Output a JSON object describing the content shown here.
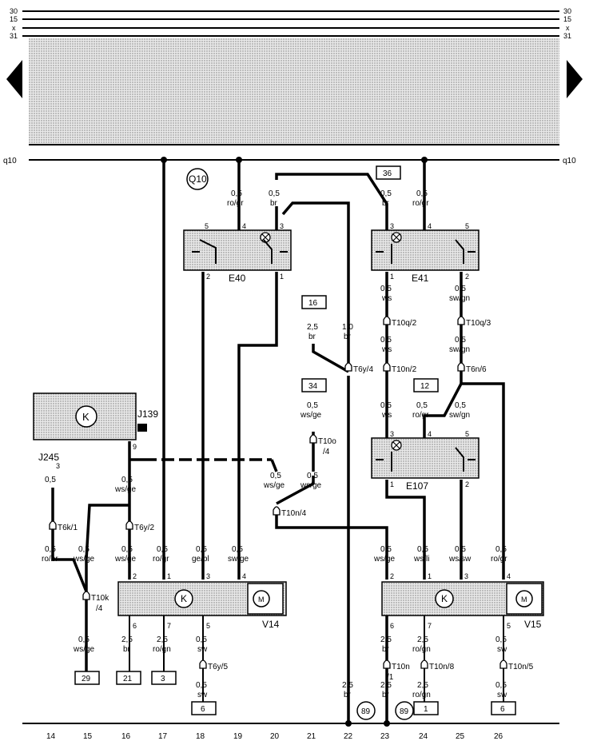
{
  "rails": {
    "top": [
      {
        "left": "30",
        "right": "30"
      },
      {
        "left": "15",
        "right": "15"
      },
      {
        "left": "x",
        "right": "x"
      },
      {
        "left": "31",
        "right": "31"
      }
    ],
    "q10_left": "q10",
    "q10_right": "q10"
  },
  "circle_refs": {
    "q10": "Q10",
    "c89a": "89",
    "c89b": "89"
  },
  "components": {
    "E40": "E40",
    "E41": "E41",
    "E107": "E107",
    "J139": "J139",
    "J245": "J245",
    "J245_pin": "3",
    "V14": "V14",
    "V15": "V15",
    "K": "K",
    "M": "M"
  },
  "pins": {
    "e40": [
      "5",
      "4",
      "3",
      "2",
      "1"
    ],
    "e41": [
      "3",
      "4",
      "5",
      "1",
      "2"
    ],
    "e107": [
      "3",
      "4",
      "5",
      "1",
      "2"
    ],
    "j139": "9",
    "v14_top": [
      "2",
      "1",
      "3",
      "4"
    ],
    "v14_bot": [
      "6",
      "7",
      "5"
    ],
    "v15_top": [
      "2",
      "1",
      "3",
      "4"
    ],
    "v15_bot": [
      "6",
      "7",
      "5"
    ]
  },
  "wires": {
    "e40_in_l": {
      "gauge": "0,5",
      "color": "ro/gr"
    },
    "e40_in_r": {
      "gauge": "0,5",
      "color": "br"
    },
    "e41_in_l": {
      "gauge": "0,5",
      "color": "br"
    },
    "e41_in_r": {
      "gauge": "0,5",
      "color": "ro/gr"
    },
    "e41_out_l": {
      "gauge": "0,5",
      "color": "ws"
    },
    "e41_out_r": {
      "gauge": "0,5",
      "color": "sw/gn"
    },
    "t10q2_b": {
      "gauge": "0,5",
      "color": "ws"
    },
    "t10q3_b": {
      "gauge": "0,5",
      "color": "sw/gn"
    },
    "r16": {
      "gauge": "2,5",
      "color": "br"
    },
    "m22": {
      "gauge": "1,0",
      "color": "br"
    },
    "r34": {
      "gauge": "0,5",
      "color": "ws/ge"
    },
    "e107_in_l": {
      "gauge": "0,5",
      "color": "ws"
    },
    "e107_in_m": {
      "gauge": "0,5",
      "color": "ro/gr"
    },
    "e107_in_r": {
      "gauge": "0,5",
      "color": "sw/gn"
    },
    "t10o_b": {
      "gauge": "0,5",
      "color": "ws/ge"
    },
    "j139_l": {
      "gauge": "0,5",
      "color": "ws/ge"
    },
    "j245": {
      "gauge": "0,5",
      "color": ""
    },
    "m20": {
      "gauge": "0,5",
      "color": "ws/ge"
    },
    "c14": {
      "gauge": "0,5",
      "color": "ro/br"
    },
    "c15": {
      "gauge": "0,5",
      "color": "ws/ge"
    },
    "c16": {
      "gauge": "0,5",
      "color": "ws/ge"
    },
    "c17": {
      "gauge": "0,5",
      "color": "ro/gr"
    },
    "c18": {
      "gauge": "0,5",
      "color": "ge/bl"
    },
    "c19": {
      "gauge": "0,5",
      "color": "sw/ge"
    },
    "c23": {
      "gauge": "0,5",
      "color": "ws/ge"
    },
    "c24": {
      "gauge": "0,5",
      "color": "ws/li"
    },
    "c25": {
      "gauge": "0,5",
      "color": "ws/sw"
    },
    "c26": {
      "gauge": "0,5",
      "color": "ro/gr"
    },
    "b15": {
      "gauge": "0,5",
      "color": "ws/ge"
    },
    "b16": {
      "gauge": "2,5",
      "color": "br"
    },
    "b17": {
      "gauge": "2,5",
      "color": "ro/gn"
    },
    "b18a": {
      "gauge": "0,5",
      "color": "sw"
    },
    "b18b": {
      "gauge": "0,5",
      "color": "sw"
    },
    "b22": {
      "gauge": "2,5",
      "color": "br"
    },
    "b23a": {
      "gauge": "2,5",
      "color": "br"
    },
    "b23b": {
      "gauge": "2,5",
      "color": "br"
    },
    "b24a": {
      "gauge": "2,5",
      "color": "ro/gn"
    },
    "b24b": {
      "gauge": "2,5",
      "color": "ro/gn"
    },
    "b26a": {
      "gauge": "0,5",
      "color": "sw"
    },
    "b26b": {
      "gauge": "0,5",
      "color": "sw"
    }
  },
  "connectors": {
    "t10q2": "T10q/2",
    "t10q3": "T10q/3",
    "t6y4": "T6y/4",
    "t10n2": "T10n/2",
    "t6n6": "T6n/6",
    "t10o": "T10o",
    "t10o_sub": "/4",
    "t10n4": "T10n/4",
    "t6k1": "T6k/1",
    "t6y2": "T6y/2",
    "t10k": "T10k",
    "t10k_sub": "/4",
    "t6y5": "T6y/5",
    "t10n1": "T10n",
    "t10n1_sub": "/1",
    "t10n8": "T10n/8",
    "t10n5": "T10n/5"
  },
  "refs": {
    "r36": "36",
    "r16": "16",
    "r34": "34",
    "r12": "12",
    "r29": "29",
    "r21": "21",
    "r3": "3",
    "r6a": "6",
    "r1": "1",
    "r6b": "6"
  },
  "columns": [
    "14",
    "15",
    "16",
    "17",
    "18",
    "19",
    "20",
    "21",
    "22",
    "23",
    "24",
    "25",
    "26"
  ]
}
